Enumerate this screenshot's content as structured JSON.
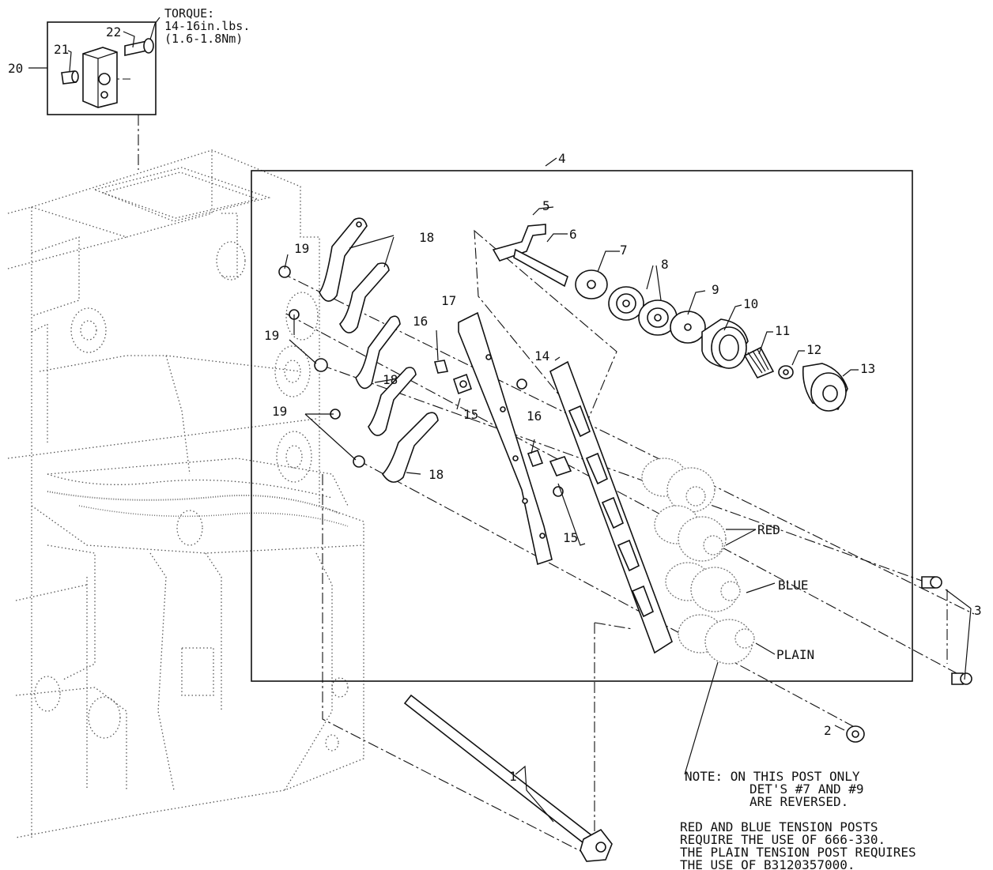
{
  "torque": {
    "label": "TORQUE:",
    "value_in_lbs": "14-16in.lbs.",
    "value_nm": "(1.6-1.8Nm)"
  },
  "callouts": [
    {
      "id": "c1",
      "text": "1"
    },
    {
      "id": "c2",
      "text": "2"
    },
    {
      "id": "c3",
      "text": "3"
    },
    {
      "id": "c4",
      "text": "4"
    },
    {
      "id": "c5",
      "text": "5"
    },
    {
      "id": "c6",
      "text": "6"
    },
    {
      "id": "c7",
      "text": "7"
    },
    {
      "id": "c8",
      "text": "8"
    },
    {
      "id": "c9",
      "text": "9"
    },
    {
      "id": "c10",
      "text": "10"
    },
    {
      "id": "c11",
      "text": "11"
    },
    {
      "id": "c12",
      "text": "12"
    },
    {
      "id": "c13",
      "text": "13"
    },
    {
      "id": "c14",
      "text": "14"
    },
    {
      "id": "c15a",
      "text": "15"
    },
    {
      "id": "c15b",
      "text": "15"
    },
    {
      "id": "c16a",
      "text": "16"
    },
    {
      "id": "c16b",
      "text": "16"
    },
    {
      "id": "c17",
      "text": "17"
    },
    {
      "id": "c18a",
      "text": "18"
    },
    {
      "id": "c18b",
      "text": "18"
    },
    {
      "id": "c18c",
      "text": "18"
    },
    {
      "id": "c19a",
      "text": "19"
    },
    {
      "id": "c19b",
      "text": "19"
    },
    {
      "id": "c19c",
      "text": "19"
    },
    {
      "id": "c20",
      "text": "20"
    },
    {
      "id": "c21",
      "text": "21"
    },
    {
      "id": "c22",
      "text": "22"
    }
  ],
  "post_labels": {
    "red": "RED",
    "blue": "BLUE",
    "plain": "PLAIN"
  },
  "note": {
    "line1": "NOTE: ON THIS POST ONLY",
    "line2": "DET'S #7 AND #9",
    "line3": "ARE REVERSED."
  },
  "footnote": {
    "line1": "RED AND BLUE TENSION POSTS",
    "line2": "REQUIRE THE USE OF 666-330.",
    "line3": "THE PLAIN TENSION POST REQUIRES",
    "line4": "THE USE OF B3120357000."
  }
}
